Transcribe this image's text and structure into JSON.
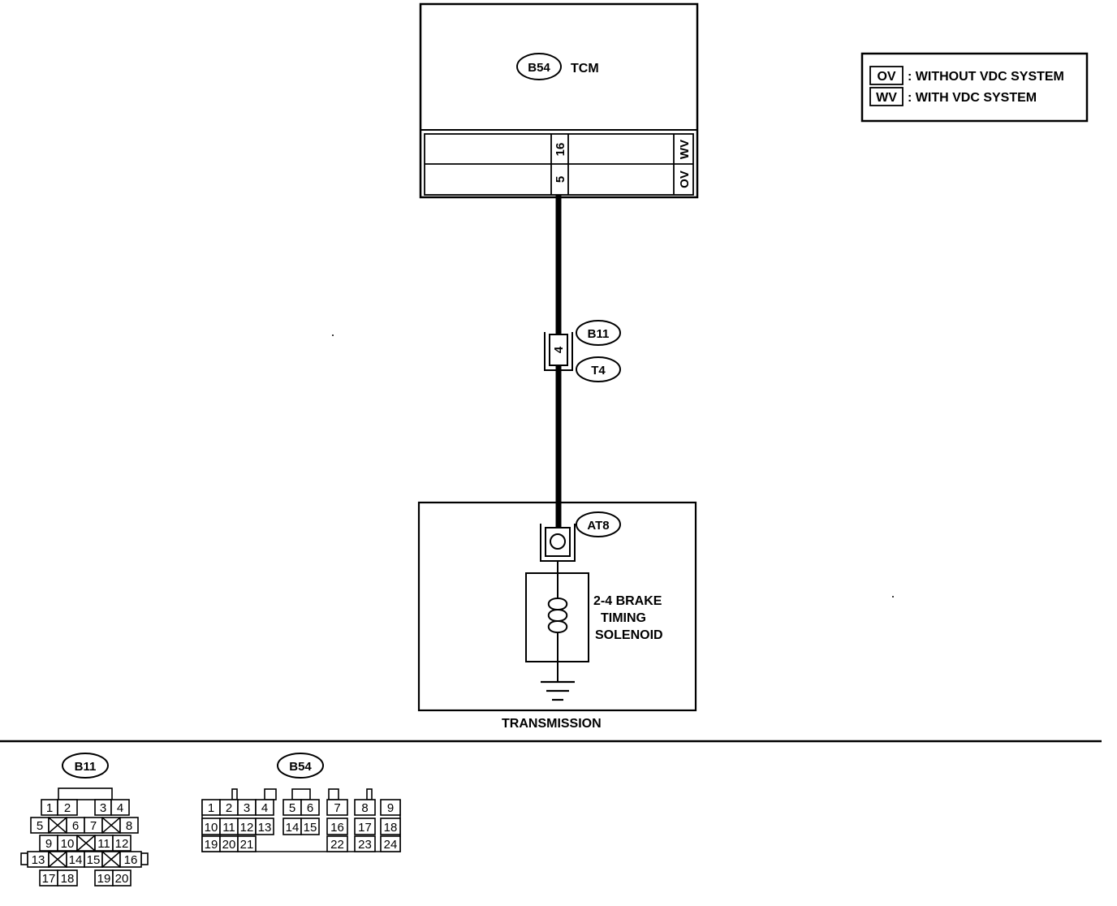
{
  "tcm": {
    "connector": "B54",
    "label": "TCM",
    "pins": [
      "16",
      "5"
    ],
    "variants": [
      "WV",
      "OV"
    ]
  },
  "legend": {
    "items": [
      {
        "code": "OV",
        "desc": ": WITHOUT VDC SYSTEM"
      },
      {
        "code": "WV",
        "desc": ": WITH VDC SYSTEM"
      }
    ]
  },
  "joint": {
    "top": "B11",
    "bottom": "T4",
    "pin": "4"
  },
  "transmission": {
    "connector": "AT8",
    "solenoid_lines": [
      "2-4 BRAKE",
      "TIMING",
      "SOLENOID"
    ],
    "label": "TRANSMISSION"
  },
  "b11_view": {
    "label": "B11",
    "rows": [
      [
        "1",
        "2",
        "",
        "3",
        "4"
      ],
      [
        "5",
        "x",
        "6",
        "7",
        "x",
        "8"
      ],
      [
        "9",
        "10",
        "x",
        "11",
        "12"
      ],
      [
        "13",
        "x",
        "14",
        "15",
        "x",
        "16"
      ],
      [
        "17",
        "18",
        "",
        "19",
        "20"
      ]
    ]
  },
  "b54_view": {
    "label": "B54",
    "rows": [
      [
        "1",
        "2",
        "3",
        "4",
        "5",
        "6",
        "7",
        "8",
        "9"
      ],
      [
        "10",
        "11",
        "12",
        "13",
        "14",
        "15",
        "16",
        "17",
        "18"
      ],
      [
        "19",
        "20",
        "21",
        "22",
        "23",
        "24"
      ]
    ]
  }
}
